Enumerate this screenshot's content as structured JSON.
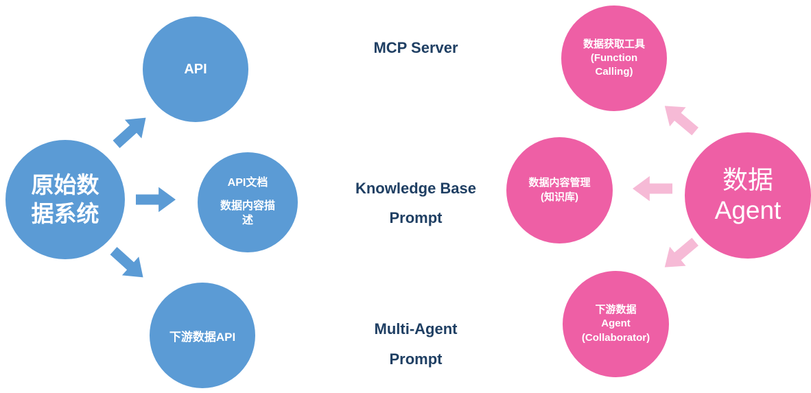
{
  "colors": {
    "blue_circle": "#5b9bd5",
    "pink_circle": "#ee5fa5",
    "light_pink_arrow": "#f6bad6",
    "label_text": "#1f3f63",
    "circle_text": "#ffffff"
  },
  "circles": {
    "source": "原始数据系统",
    "api": "API",
    "doc": {
      "line1": "API文档",
      "line2": "数据内容描述"
    },
    "downstream": "下游数据API",
    "tool": {
      "line1": "数据获取工具",
      "line2": "(Function",
      "line3": "Calling)"
    },
    "kb": {
      "line1": "数据内容管理",
      "line2": "(知识库)"
    },
    "collab": {
      "line1": "下游数据",
      "line2": "Agent",
      "line3": "(Collaborator)"
    },
    "agent": {
      "line1": "数据",
      "line2": "Agent"
    }
  },
  "labels": {
    "mcp": "MCP Server",
    "kb_line1": "Knowledge Base",
    "kb_line2": "Prompt",
    "ma_line1": "Multi-Agent",
    "ma_line2": "Prompt"
  }
}
